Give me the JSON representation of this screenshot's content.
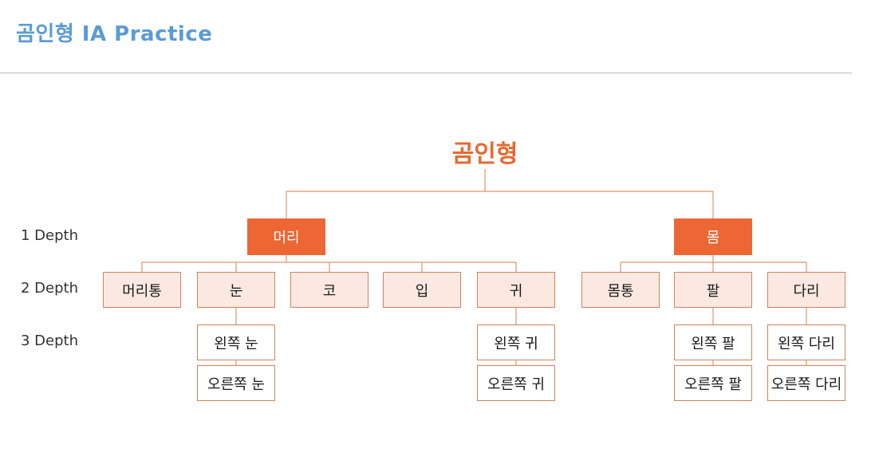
{
  "header": {
    "title": "곰인형 IA Practice"
  },
  "diagram": {
    "root": "곰인형",
    "depth_labels": [
      "1 Depth",
      "2 Depth",
      "3 Depth"
    ],
    "depth1": [
      "머리",
      "몸"
    ],
    "depth2": {
      "head_children": [
        "머리통",
        "눈",
        "코",
        "입",
        "귀"
      ],
      "body_children": [
        "몸통",
        "팔",
        "다리"
      ]
    },
    "depth3": {
      "eye": [
        "왼쪽 눈",
        "오른쪽 눈"
      ],
      "ear": [
        "왼쪽 귀",
        "오른쪽 귀"
      ],
      "arm": [
        "왼쪽 팔",
        "오른쪽 팔"
      ],
      "leg": [
        "왼쪽 다리",
        "오른쪽 다리"
      ]
    }
  },
  "colors": {
    "title_blue": "#5b9bd5",
    "accent_orange": "#ec6733",
    "node_fill": "#fbe9e1",
    "node_border": "#d4825a",
    "connector": "#e0926c"
  }
}
